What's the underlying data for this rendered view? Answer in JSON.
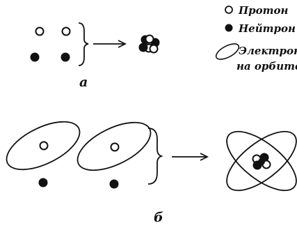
{
  "legend": {
    "proton": "Протон",
    "neutron": "Нейтрон",
    "electron_line1": "Электрон",
    "electron_line2": "на орбите"
  },
  "labels": {
    "part_a": "a",
    "part_b": "б"
  },
  "colors": {
    "ink": "#111111",
    "paper": "#ffffff"
  }
}
